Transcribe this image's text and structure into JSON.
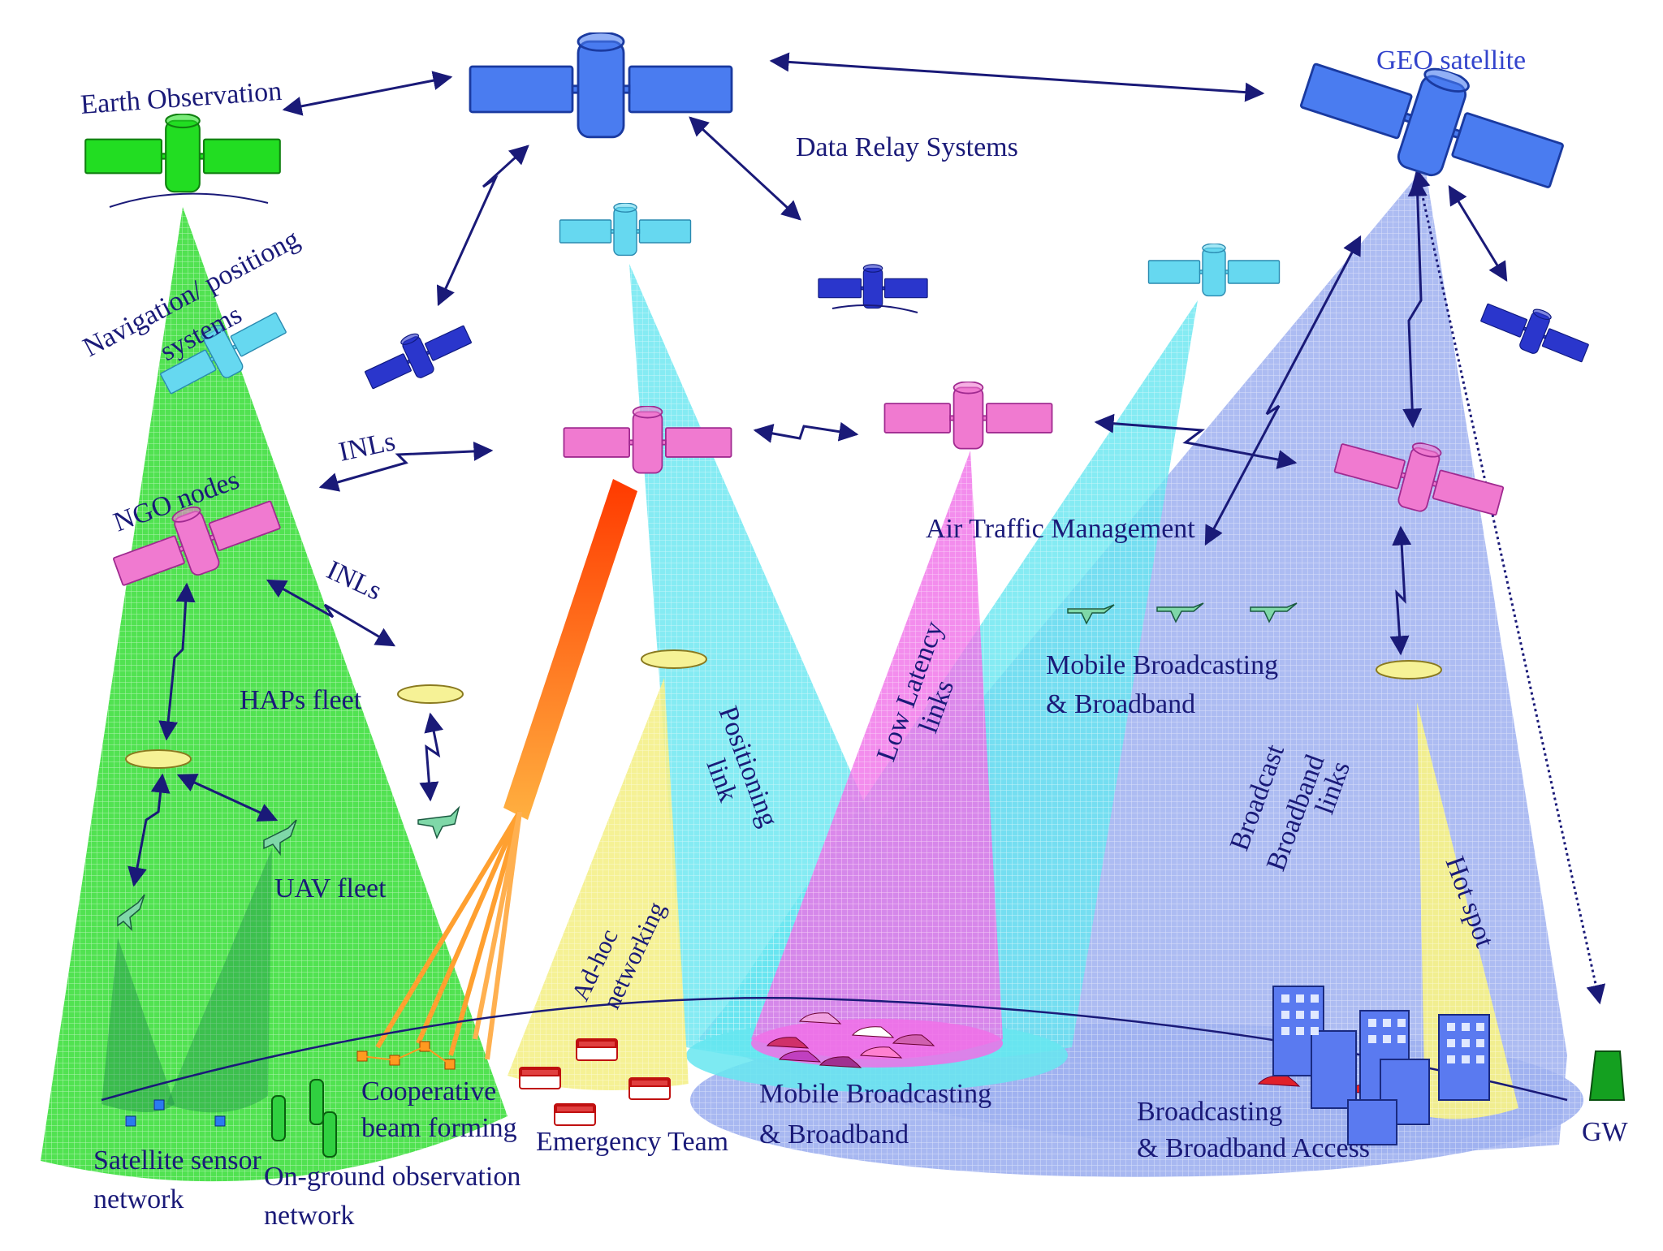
{
  "labels": {
    "earth_observation": "Earth Observation",
    "geo_satellite": "GEO satellite",
    "data_relay": "Data Relay Systems",
    "navigation": "Navigation/ positiong",
    "navigation2": "systems",
    "inls_1": "INLs",
    "inls_2": "INLs",
    "ngo_nodes": "NGO nodes",
    "air_traffic": "Air Traffic Management",
    "haps_fleet": "HAPs fleet",
    "uav_fleet": "UAV fleet",
    "mobile_bb_top_1": "Mobile Broadcasting",
    "mobile_bb_top_2": "& Broadband",
    "low_latency_1": "Low Latency",
    "low_latency_2": "links",
    "positioning_1": "Positioning",
    "positioning_2": "link",
    "broadcast_1": "Broadcast",
    "broadcast_2": "Broadband",
    "broadcast_3": "links",
    "hot_spot": "Hot spot",
    "adhoc_1": "Ad-hoc",
    "adhoc_2": "networking",
    "cooperative_1": "Cooperative",
    "cooperative_2": "beam forming",
    "emergency_team": "Emergency Team",
    "mobile_bb_bottom_1": "Mobile Broadcasting",
    "mobile_bb_bottom_2": "& Broadband",
    "broadcasting_access_1": "Broadcasting",
    "broadcasting_access_2": "& Broadband Access",
    "gw": "GW",
    "sensor_1": "Satellite sensor",
    "sensor_2": "network",
    "onground_1": "On-ground observation",
    "onground_2": "network"
  },
  "colors": {
    "green_beam": "#33dd33",
    "cyan_beam": "#66e6f0",
    "magenta_beam": "#f070e8",
    "blue_beam": "#9fb0f0",
    "yellow_beam": "#f4f08a",
    "orange_beam": "#ff5a10",
    "link_arrow": "#1a1a78",
    "label_text": "#1a1a78",
    "geo_label": "#3344cc",
    "sat_green": "#22dd22",
    "sat_blue": "#4a7cf0",
    "sat_navy": "#2a36cc",
    "sat_cyan": "#66d8f0",
    "sat_pink": "#f07ad0",
    "gw_green": "#14a020"
  },
  "icons": [
    "satellite-icon",
    "haps-airship-icon",
    "uav-plane-icon",
    "aircraft-icon",
    "car-icon",
    "ambulance-icon",
    "building-icon",
    "gateway-icon",
    "sensor-icon"
  ]
}
